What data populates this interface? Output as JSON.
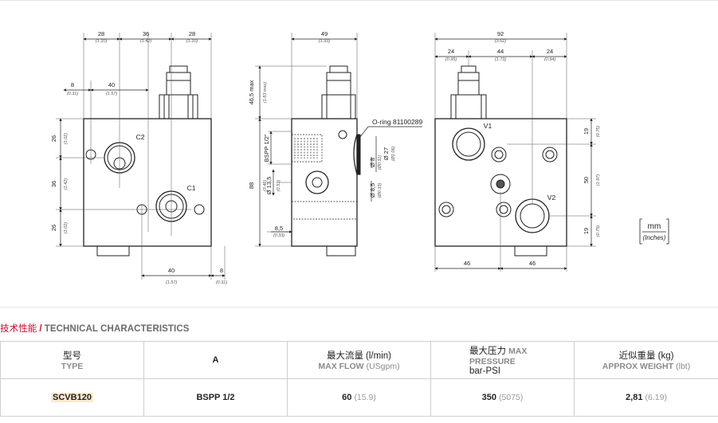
{
  "drawing": {
    "unit_box": {
      "primary": "mm",
      "secondary": "(Inches)"
    },
    "front_view": {
      "top_dims": [
        {
          "mm": "28",
          "in": "(1.10)"
        },
        {
          "mm": "36",
          "in": "(1.42)"
        },
        {
          "mm": "28",
          "in": "(1.10)"
        }
      ],
      "offset_dims": [
        {
          "mm": "8",
          "in": "(0.31)"
        },
        {
          "mm": "40",
          "in": "(1.57)"
        }
      ],
      "left_dims": [
        {
          "mm": "26",
          "in": "(1.02)"
        },
        {
          "mm": "36",
          "in": "(1.42)"
        },
        {
          "mm": "26",
          "in": "(1.02)"
        }
      ],
      "bottom_dims": [
        {
          "mm": "40",
          "in": "(1.57)"
        },
        {
          "mm": "8",
          "in": "(0.31)"
        }
      ],
      "port_labels": [
        "C2",
        "C1"
      ]
    },
    "side_view": {
      "width": {
        "mm": "49",
        "in": "(1.93)"
      },
      "max_height": {
        "mm": "46,5 max",
        "in": "(1.83 max)"
      },
      "height": {
        "mm": "88",
        "in": "(3.46)"
      },
      "thread": "BSPP 1/2\"",
      "bore": {
        "mm": "Ø 13,5",
        "in": "(0.53)"
      },
      "small": {
        "mm": "8,5",
        "in": "(0.33)"
      },
      "oring": "O-ring 81100289",
      "right_dims": [
        {
          "mm": "Ø 8",
          "in": "(Ø0.31)"
        },
        {
          "mm": "Ø 27",
          "in": "(Ø1.06)"
        },
        {
          "mm": "Ø 8,5",
          "in": "(Ø0.33)"
        }
      ]
    },
    "rear_view": {
      "width": {
        "mm": "92",
        "in": "(3.62)"
      },
      "top_dims": [
        {
          "mm": "24",
          "in": "(0.95)"
        },
        {
          "mm": "44",
          "in": "(1.73)"
        },
        {
          "mm": "24",
          "in": "(0.94)"
        }
      ],
      "right_dims": [
        {
          "mm": "19",
          "in": "(0.75)"
        },
        {
          "mm": "50",
          "in": "(1.97)"
        },
        {
          "mm": "19",
          "in": "(0.75)"
        }
      ],
      "bottom_dims": [
        "46",
        "46"
      ],
      "port_labels": [
        "V1",
        "V2"
      ]
    }
  },
  "heading": {
    "zh": "技术性能",
    "slash": "/",
    "en": "TECHNICAL CHARACTERISTICS"
  },
  "table": {
    "headers": {
      "type": {
        "zh": "型号",
        "en": "TYPE"
      },
      "a": {
        "label": "A"
      },
      "flow": {
        "zh": "最大流量",
        "unit": "(l/min)",
        "en": "MAX FLOW",
        "en_unit": "(USgpm)"
      },
      "pressure": {
        "zh": "最大压力",
        "en": "MAX PRESSURE",
        "unit": "bar-PSI"
      },
      "weight": {
        "zh": "近似重量",
        "unit": "(kg)",
        "en": "APPROX WEIGHT",
        "en_unit": "(lbt)"
      }
    },
    "row": {
      "type": "SCVB120",
      "a": "BSPP 1/2",
      "flow": "60",
      "flow_alt": "(15.9)",
      "pressure": "350",
      "pressure_alt": "(5075)",
      "weight": "2,81",
      "weight_alt": "(6.19)"
    }
  }
}
